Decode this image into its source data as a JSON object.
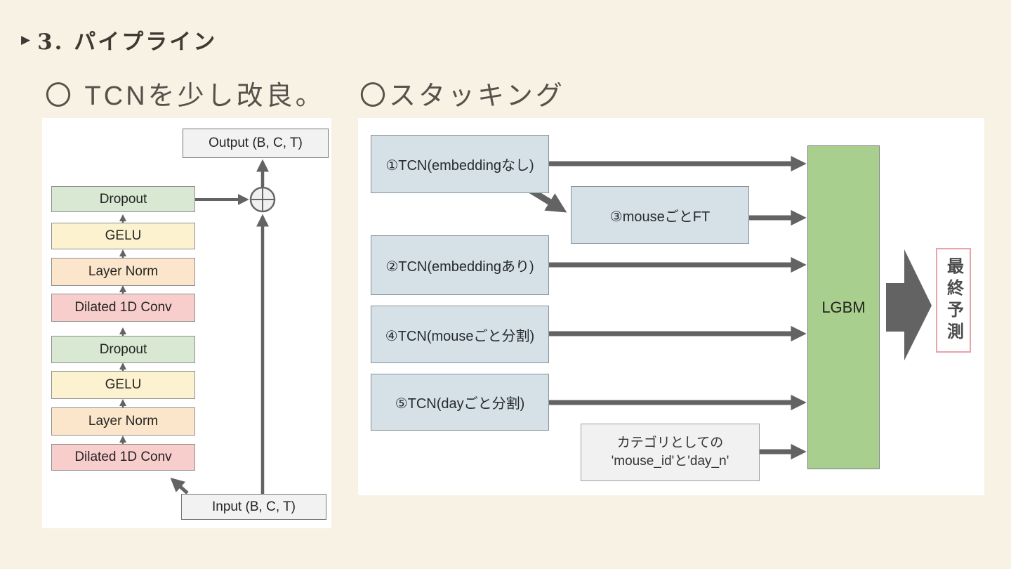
{
  "slide": {
    "title_marker": "▶",
    "title": "3. パイプライン",
    "sections": {
      "left_heading": "〇 TCNを少し改良。",
      "right_heading": "〇スタッキング"
    }
  },
  "tcn": {
    "output_label": "Output (B, C, T)",
    "input_label": "Input (B, C, T)",
    "residual_add_symbol": "⊕",
    "layers": [
      {
        "label": "Dropout",
        "color": "#d9e8d2"
      },
      {
        "label": "GELU",
        "color": "#fdf2cf"
      },
      {
        "label": "Layer Norm",
        "color": "#fce6cb"
      },
      {
        "label": "Dilated 1D Conv",
        "color": "#f8cecc"
      },
      {
        "label": "Dropout",
        "color": "#d9e8d2"
      },
      {
        "label": "GELU",
        "color": "#fdf2cf"
      },
      {
        "label": "Layer Norm",
        "color": "#fce6cb"
      },
      {
        "label": "Dilated 1D Conv",
        "color": "#f8cecc"
      }
    ]
  },
  "stacking": {
    "models": [
      {
        "label": "①TCN(embeddingなし)"
      },
      {
        "label": "③mouseごとFT"
      },
      {
        "label": "②TCN(embeddingあり)"
      },
      {
        "label": "④TCN(mouseごと分割)"
      },
      {
        "label": "⑤TCN(dayごと分割)"
      }
    ],
    "categorical_note": {
      "line1": "カテゴリとしての",
      "line2": "'mouse_id'と'day_n'"
    },
    "meta_model_label": "LGBM",
    "final_prediction_label": "最終予測"
  },
  "colors": {
    "slide_background": "#f8f2e4",
    "panel_background": "#ffffff",
    "arrow_gray": "#636363",
    "model_box_blue": "#d5e1e7",
    "lgbm_green": "#a9cf8e",
    "categorical_box_gray": "#f1f1f1",
    "io_box_gray": "#f2f2f2",
    "final_border_pink": "#e8a3ab"
  }
}
